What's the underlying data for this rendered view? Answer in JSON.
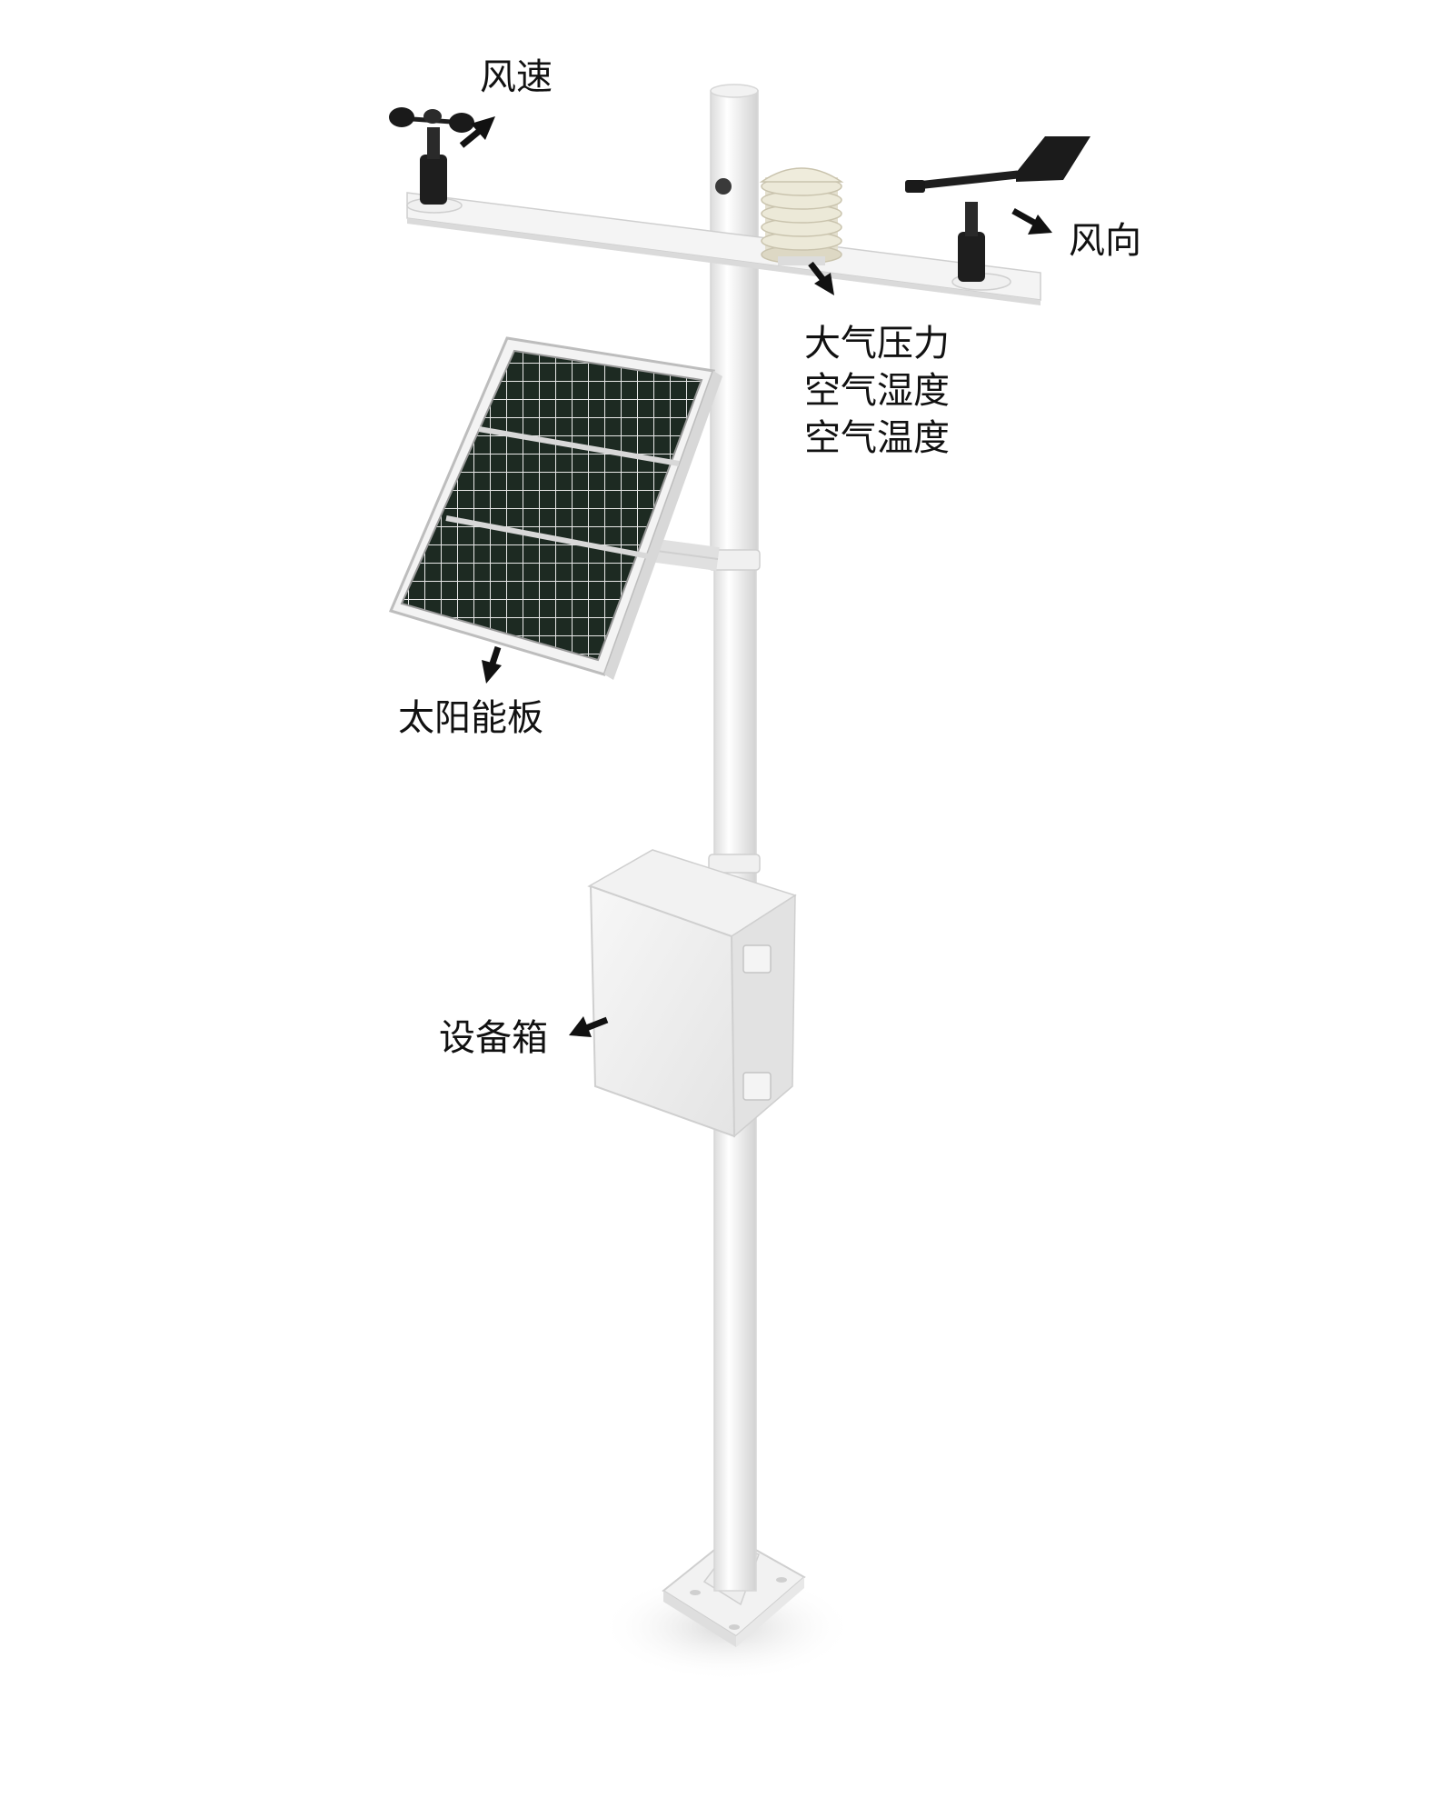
{
  "labels": {
    "wind_speed": "风速",
    "wind_direction": "风向",
    "pressure": "大气压力",
    "humidity": "空气湿度",
    "temperature": "空气温度",
    "solar_panel": "太阳能板",
    "equipment_box": "设备箱"
  },
  "colors": {
    "background": "#ffffff",
    "pole": "#f4f4f4",
    "sensor_dark": "#1e1e1e",
    "shield": "#ece9d8",
    "panel_cell": "#1d2a22",
    "arrow": "#111111"
  }
}
